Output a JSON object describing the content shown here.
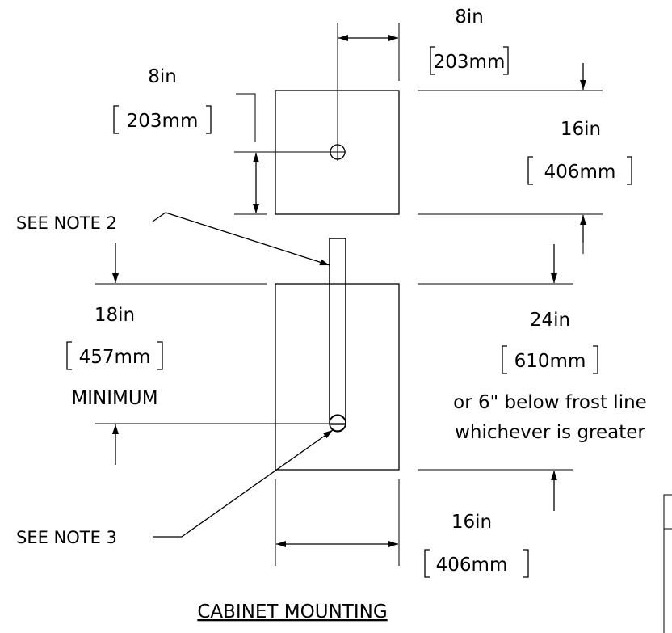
{
  "top_pad": {
    "offset_width": {
      "imperial": "8in",
      "metric": "203mm"
    },
    "offset_height": {
      "imperial": "8in",
      "metric": "203mm"
    },
    "height": {
      "imperial": "16in",
      "metric": "406mm"
    }
  },
  "bottom_pad": {
    "embed_depth": {
      "imperial": "18in",
      "metric": "457mm",
      "qualifier": "MINIMUM"
    },
    "pad_depth": {
      "imperial": "24in",
      "metric": "610mm",
      "note_line1": "or 6\" below frost line",
      "note_line2": "whichever is greater"
    },
    "width": {
      "imperial": "16in",
      "metric": "406mm"
    }
  },
  "notes": {
    "note2": "SEE NOTE 2",
    "note3": "SEE NOTE 3"
  },
  "title": "CABINET MOUNTING"
}
